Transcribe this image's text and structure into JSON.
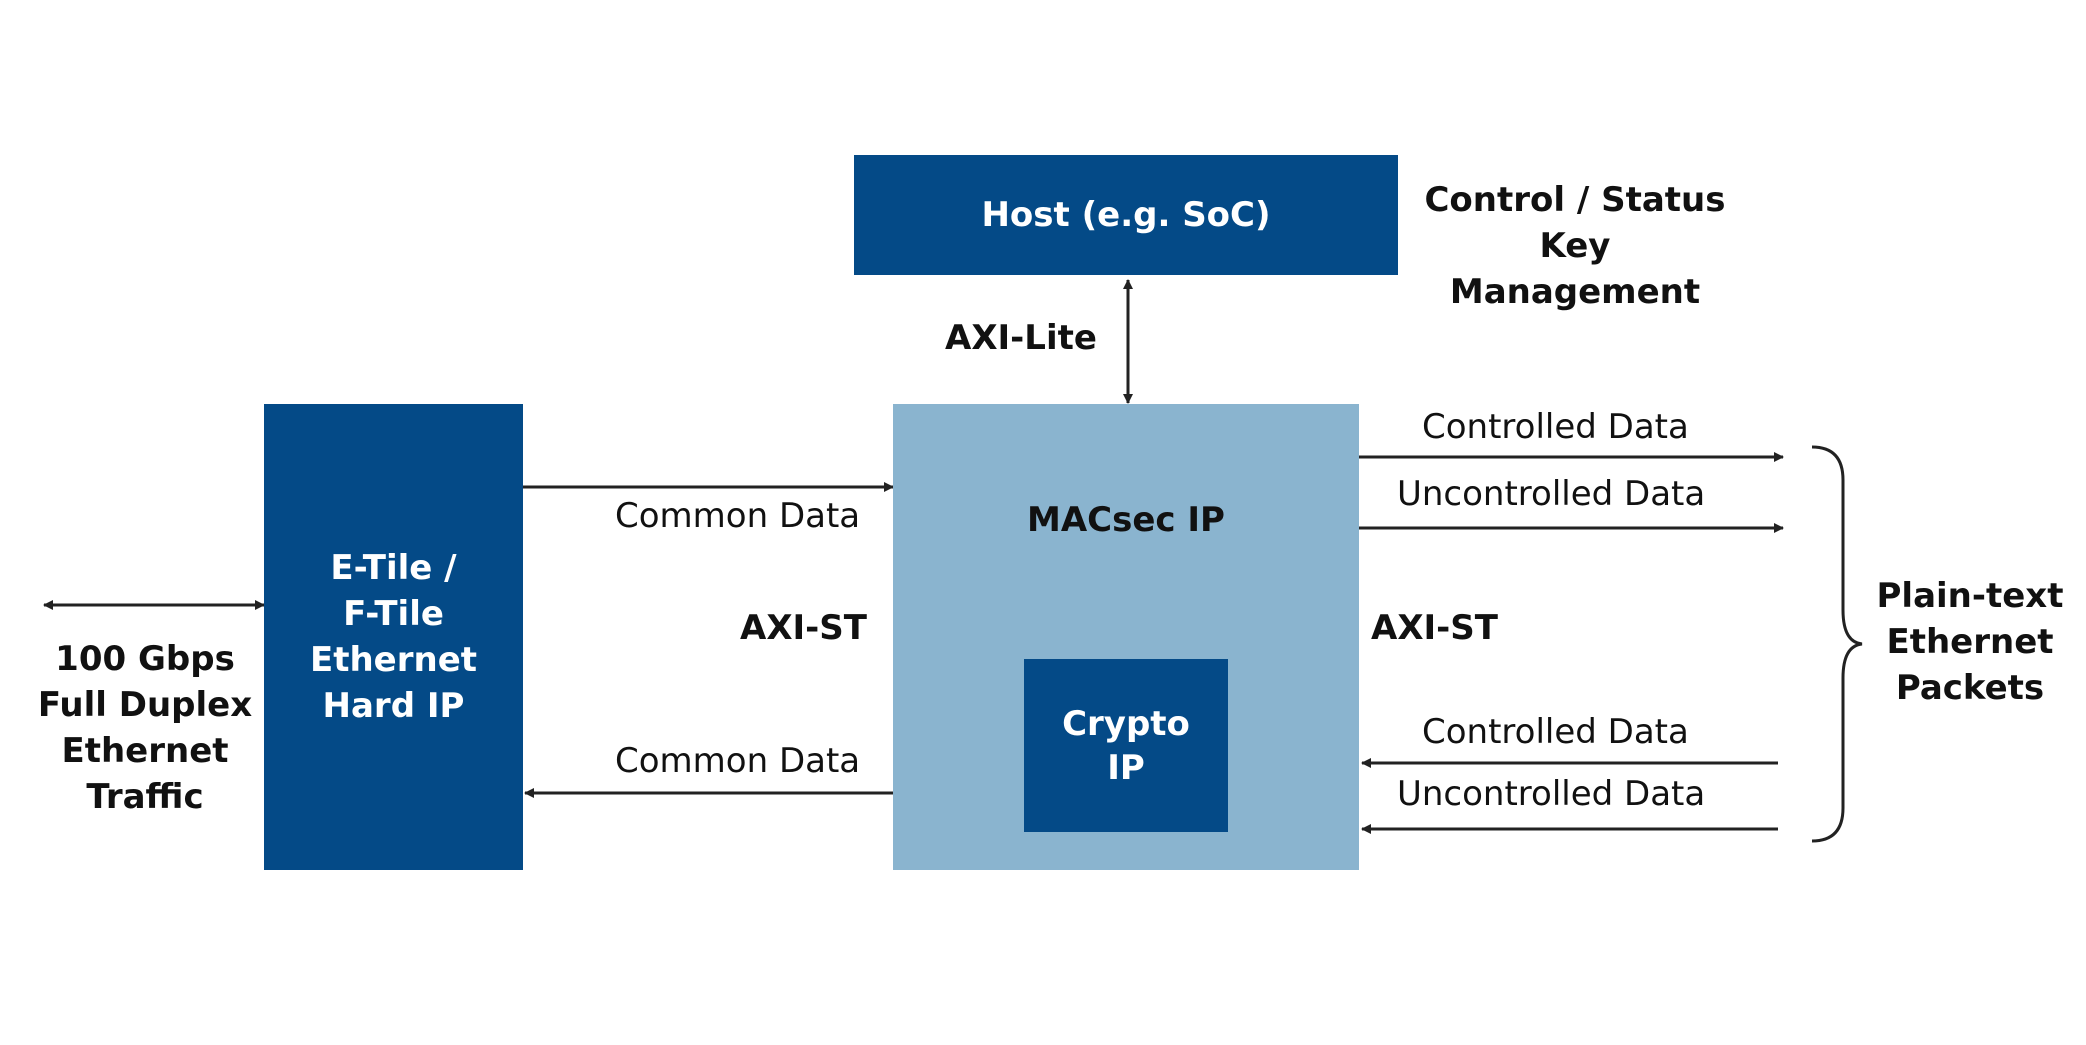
{
  "blocks": {
    "host": "Host (e.g. SoC)",
    "ethernet_ip": "E-Tile /\nF-Tile\nEthernet\nHard IP",
    "macsec_ip": "MACsec IP",
    "crypto_ip": "Crypto\nIP"
  },
  "labels": {
    "host_functions": "Control / Status\nKey Management",
    "axi_lite": "AXI-Lite",
    "axi_st_left": "AXI-ST",
    "axi_st_right": "AXI-ST",
    "common_data_tx": "Common Data",
    "common_data_rx": "Common Data",
    "controlled_out": "Controlled Data",
    "uncontrolled_out": "Uncontrolled Data",
    "controlled_in": "Controlled Data",
    "uncontrolled_in": "Uncontrolled Data",
    "line_side": "100 Gbps\nFull Duplex\nEthernet\nTraffic",
    "client_side": "Plain-text\nEthernet\nPackets"
  },
  "colors": {
    "dark_block": "#044a87",
    "light_block": "#8ab4cf",
    "arrow": "#222222"
  }
}
